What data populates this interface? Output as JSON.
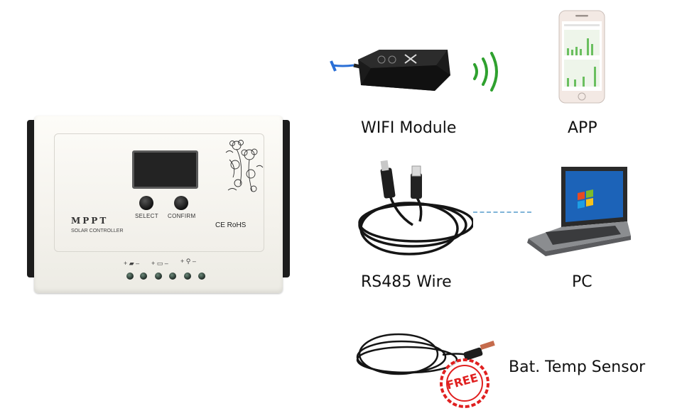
{
  "controller": {
    "logo": "MPPT",
    "subtitle": "SOLAR CONTROLLER",
    "button_select": "SELECT",
    "button_confirm": "CONFIRM",
    "certification": "CE RoHS",
    "led_symbols": [
      "+ ▰ –",
      "+ ▭ –",
      "+ ⚲ –"
    ]
  },
  "accessories": {
    "wifi_label": "WIFI Module",
    "app_label": "APP",
    "rs485_label": "RS485 Wire",
    "pc_label": "PC",
    "sensor_label": "Bat. Temp Sensor",
    "free_badge": "FREE"
  },
  "colors": {
    "wifi_waves": "#2fa12f",
    "dashed_line": "#7fb4d8",
    "free_badge": "#e02020"
  }
}
